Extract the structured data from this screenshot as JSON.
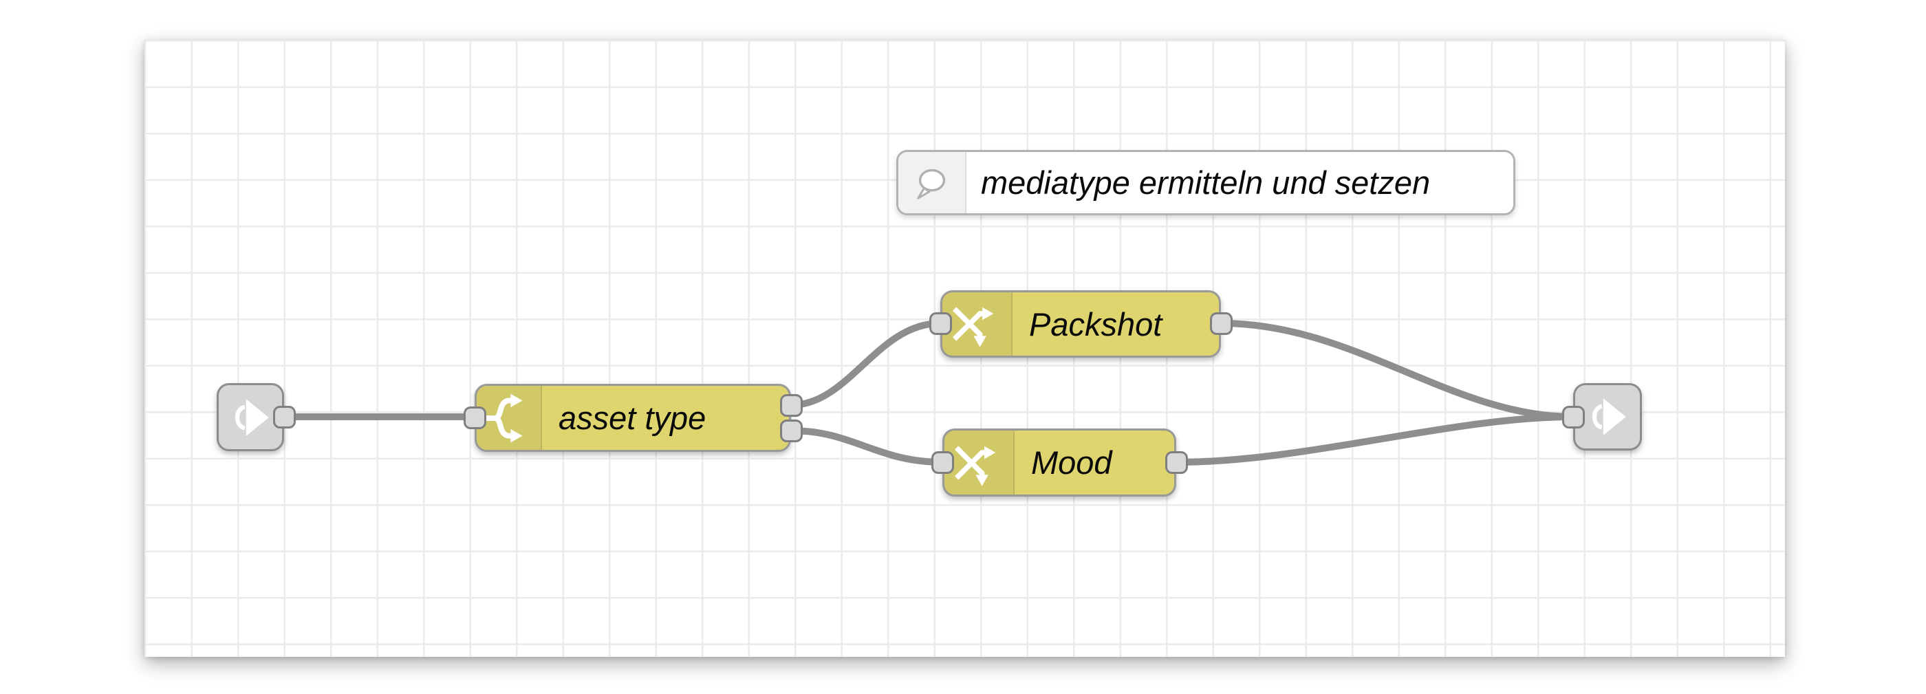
{
  "workspace": {
    "background": "#ffffff",
    "grid_line_color": "#ebebeb",
    "wire_color": "#8e8e8e"
  },
  "flow": {
    "comment": {
      "text": "mediatype ermitteln und setzen",
      "icon": "speech-bubble-icon",
      "fill": "#ffffff",
      "border": "#b3b3b3"
    },
    "link_in_node": {
      "icon": "link-icon",
      "fill": "#d6d6d6"
    },
    "switch_node": {
      "label": "asset type",
      "icon": "switch-icon",
      "fill": "#ded56f",
      "outputs": 2
    },
    "change_nodes": [
      {
        "label": "Packshot",
        "icon": "shuffle-icon",
        "fill": "#ded56f"
      },
      {
        "label": "Mood",
        "icon": "shuffle-icon",
        "fill": "#ded56f"
      }
    ],
    "link_out_node": {
      "icon": "link-icon",
      "fill": "#d6d6d6"
    },
    "colors": {
      "node_border": "#999999",
      "port_fill": "#d9d9d9",
      "port_border": "#7f7f7f",
      "label_color": "#0a0a0a"
    }
  }
}
